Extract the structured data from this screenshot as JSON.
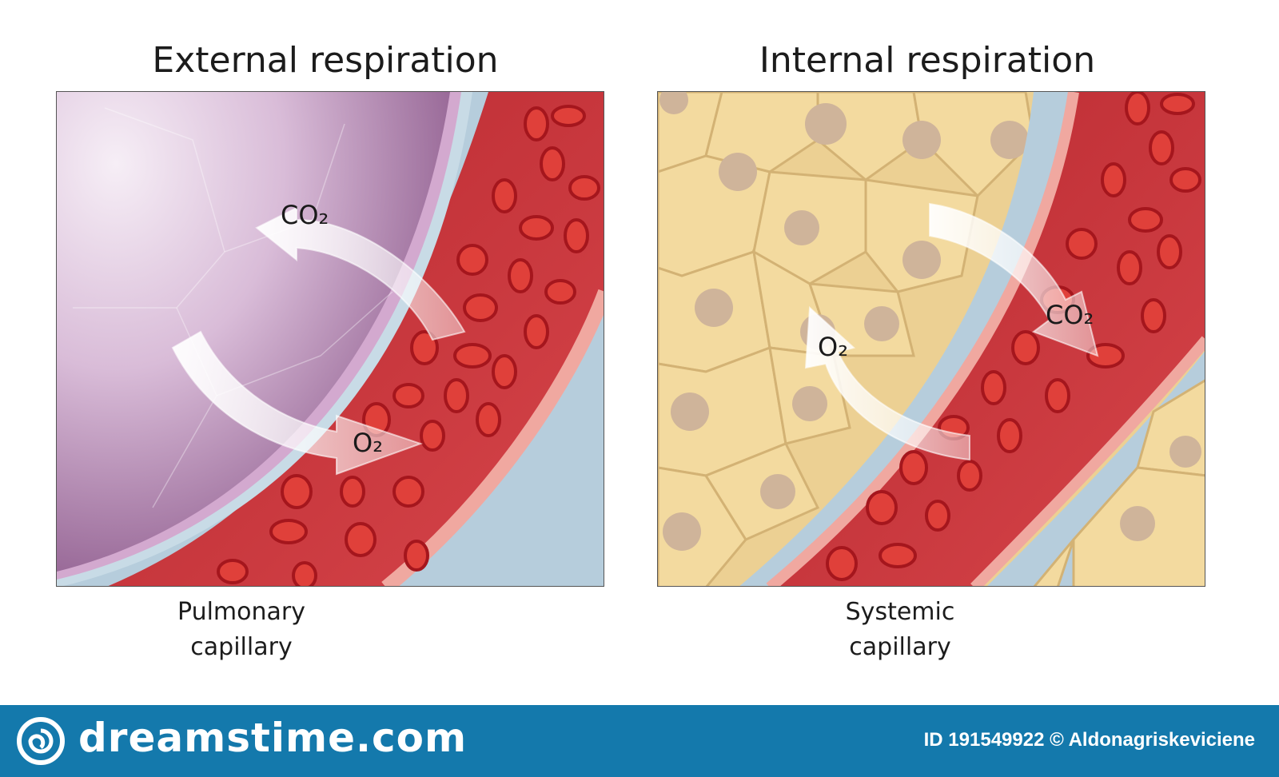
{
  "panels": [
    {
      "title": "External respiration",
      "arrow_labels": {
        "outgoing": "CO₂",
        "incoming": "O₂"
      },
      "caption": [
        "Pulmonary",
        "capillary"
      ]
    },
    {
      "title": "Internal respiration",
      "arrow_labels": {
        "outgoing": "CO₂",
        "incoming": "O₂"
      },
      "caption": [
        "Systemic",
        "capillary"
      ]
    }
  ],
  "footer": {
    "brand": "dreamstime.com",
    "credit": "ID 191549922 © Aldonagriskeviciene",
    "logo_icon": "spiral-logo-icon"
  },
  "colors": {
    "alveolus": "#9b6a99",
    "blood": "#c9323a",
    "red_cell": "#e0403a",
    "tissue_cell": "#f1d59a",
    "interstitial": "#b6cddc",
    "footer_bg": "#1479ac"
  }
}
